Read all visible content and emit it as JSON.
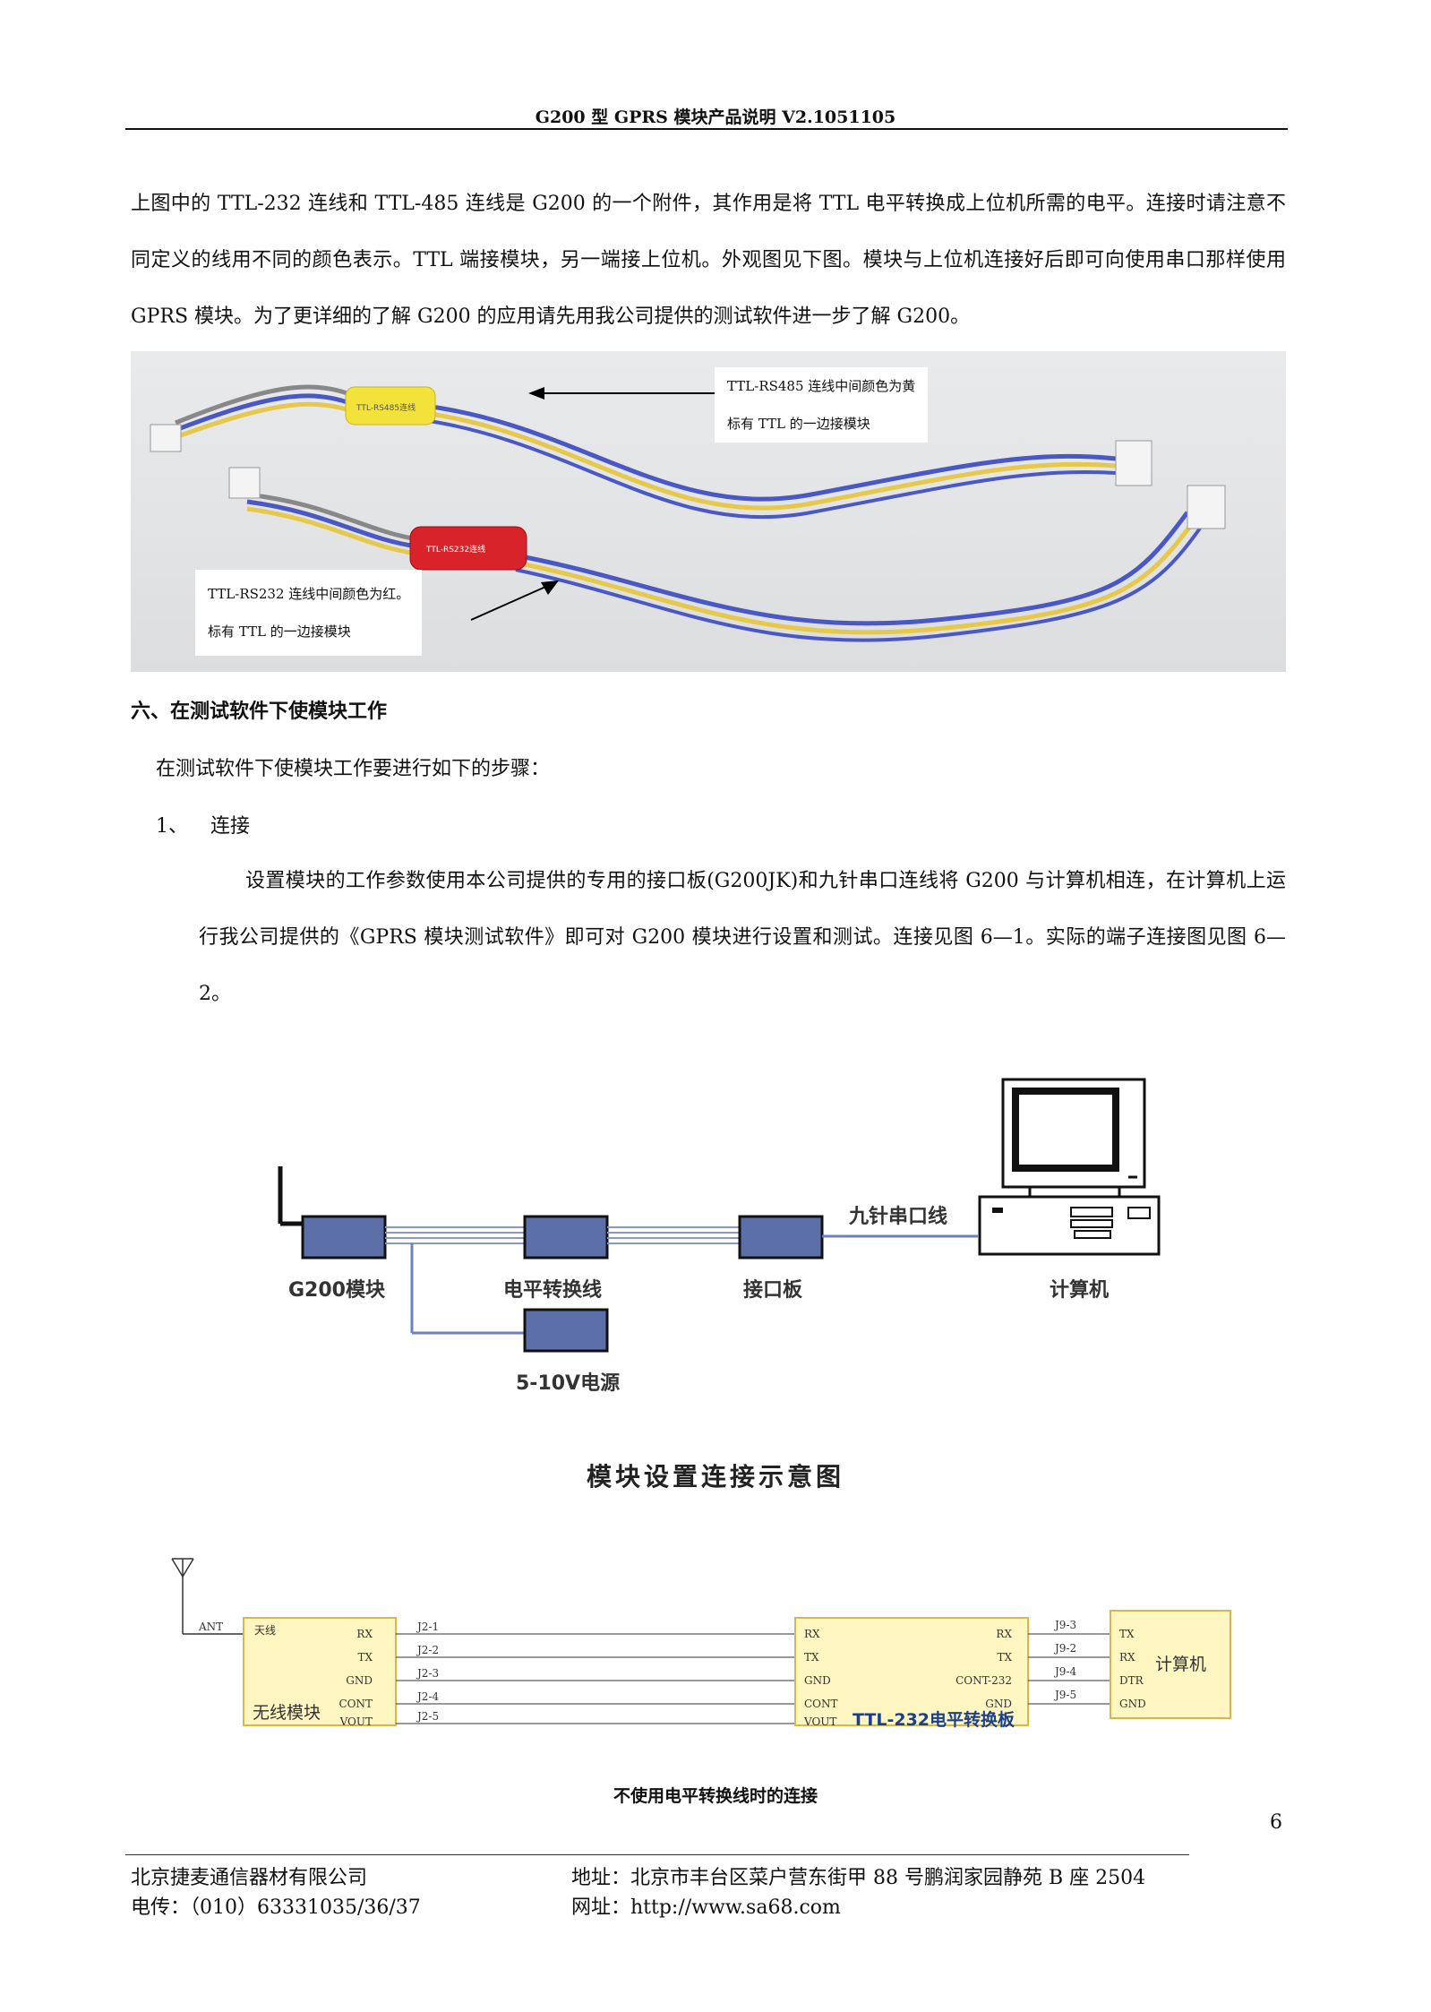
{
  "header": {
    "title": "G200 型 GPRS 模块产品说明 V2.1051105"
  },
  "intro_paragraph": "上图中的 TTL-232 连线和 TTL-485 连线是 G200 的一个附件，其作用是将 TTL 电平转换成上位机所需的电平。连接时请注意不同定义的线用不同的颜色表示。TTL 端接模块，另一端接上位机。外观图见下图。模块与上位机连接好后即可向使用串口那样使用 GPRS 模块。为了更详细的了解 G200 的应用请先用我公司提供的测试软件进一步了解 G200。",
  "photo": {
    "callout_485_line1": "TTL-RS485 连线中间颜色为黄",
    "callout_485_line2": "标有 TTL 的一边接模块",
    "callout_232_line1": "TTL-RS232 连线中间颜色为红。",
    "callout_232_line2": "标有 TTL 的一边接模块",
    "tag_485": "TTL-RS485连线",
    "tag_232": "TTL-RS232连线"
  },
  "section6": {
    "heading": "六、在测试软件下使模块工作",
    "intro": "在测试软件下使模块工作要进行如下的步骤：",
    "step1_label": "1、 连接",
    "step1_text": "设置模块的工作参数使用本公司提供的专用的接口板(G200JK)和九针串口连线将 G200 与计算机相连，在计算机上运行我公司提供的《GPRS 模块测试软件》即可对 G200 模块进行设置和测试。连接见图 6—1。实际的端子连接图见图 6—2。"
  },
  "diagram1": {
    "g200_label": "G200模块",
    "converter_label": "电平转换线",
    "interface_label": "接口板",
    "computer_label": "计算机",
    "serial_cable_label": "九针串口线",
    "power_label": "5-10V电源",
    "title": "模块设置连接示意图"
  },
  "schematic": {
    "ant": "ANT",
    "wireless_block": {
      "name": "无线模块",
      "antenna_pin": "天线",
      "pins": [
        "RX",
        "TX",
        "GND",
        "CONT",
        "VOUT"
      ]
    },
    "j2_labels": [
      "J2-1",
      "J2-2",
      "J2-3",
      "J2-4",
      "J2-5"
    ],
    "converter_block": {
      "name": "TTL-232电平转换板",
      "left_pins": [
        "RX",
        "TX",
        "GND",
        "CONT",
        "VOUT"
      ],
      "right_pins": [
        "RX",
        "TX",
        "CONT-232",
        "GND"
      ]
    },
    "j9_labels": [
      "J9-3",
      "J9-2",
      "J9-4",
      "J9-5"
    ],
    "computer_block": {
      "name": "计算机",
      "pins": [
        "TX",
        "RX",
        "DTR",
        "GND"
      ]
    },
    "caption": "不使用电平转换线时的连接"
  },
  "page_number": "6",
  "footer": {
    "company": "北京捷麦通信器材有限公司",
    "phone": "电传：（010）63331035/36/37",
    "address": "地址：北京市丰台区菜户营东街甲 88 号鹏润家园静苑 B 座 2504",
    "website": "网址：http://www.sa68.com"
  },
  "colors": {
    "wire_blue": "#6f7fc7",
    "box_blue": "#5d6fa8",
    "schem_yellow": "#fff6c2",
    "schem_border": "#d9b84a"
  }
}
